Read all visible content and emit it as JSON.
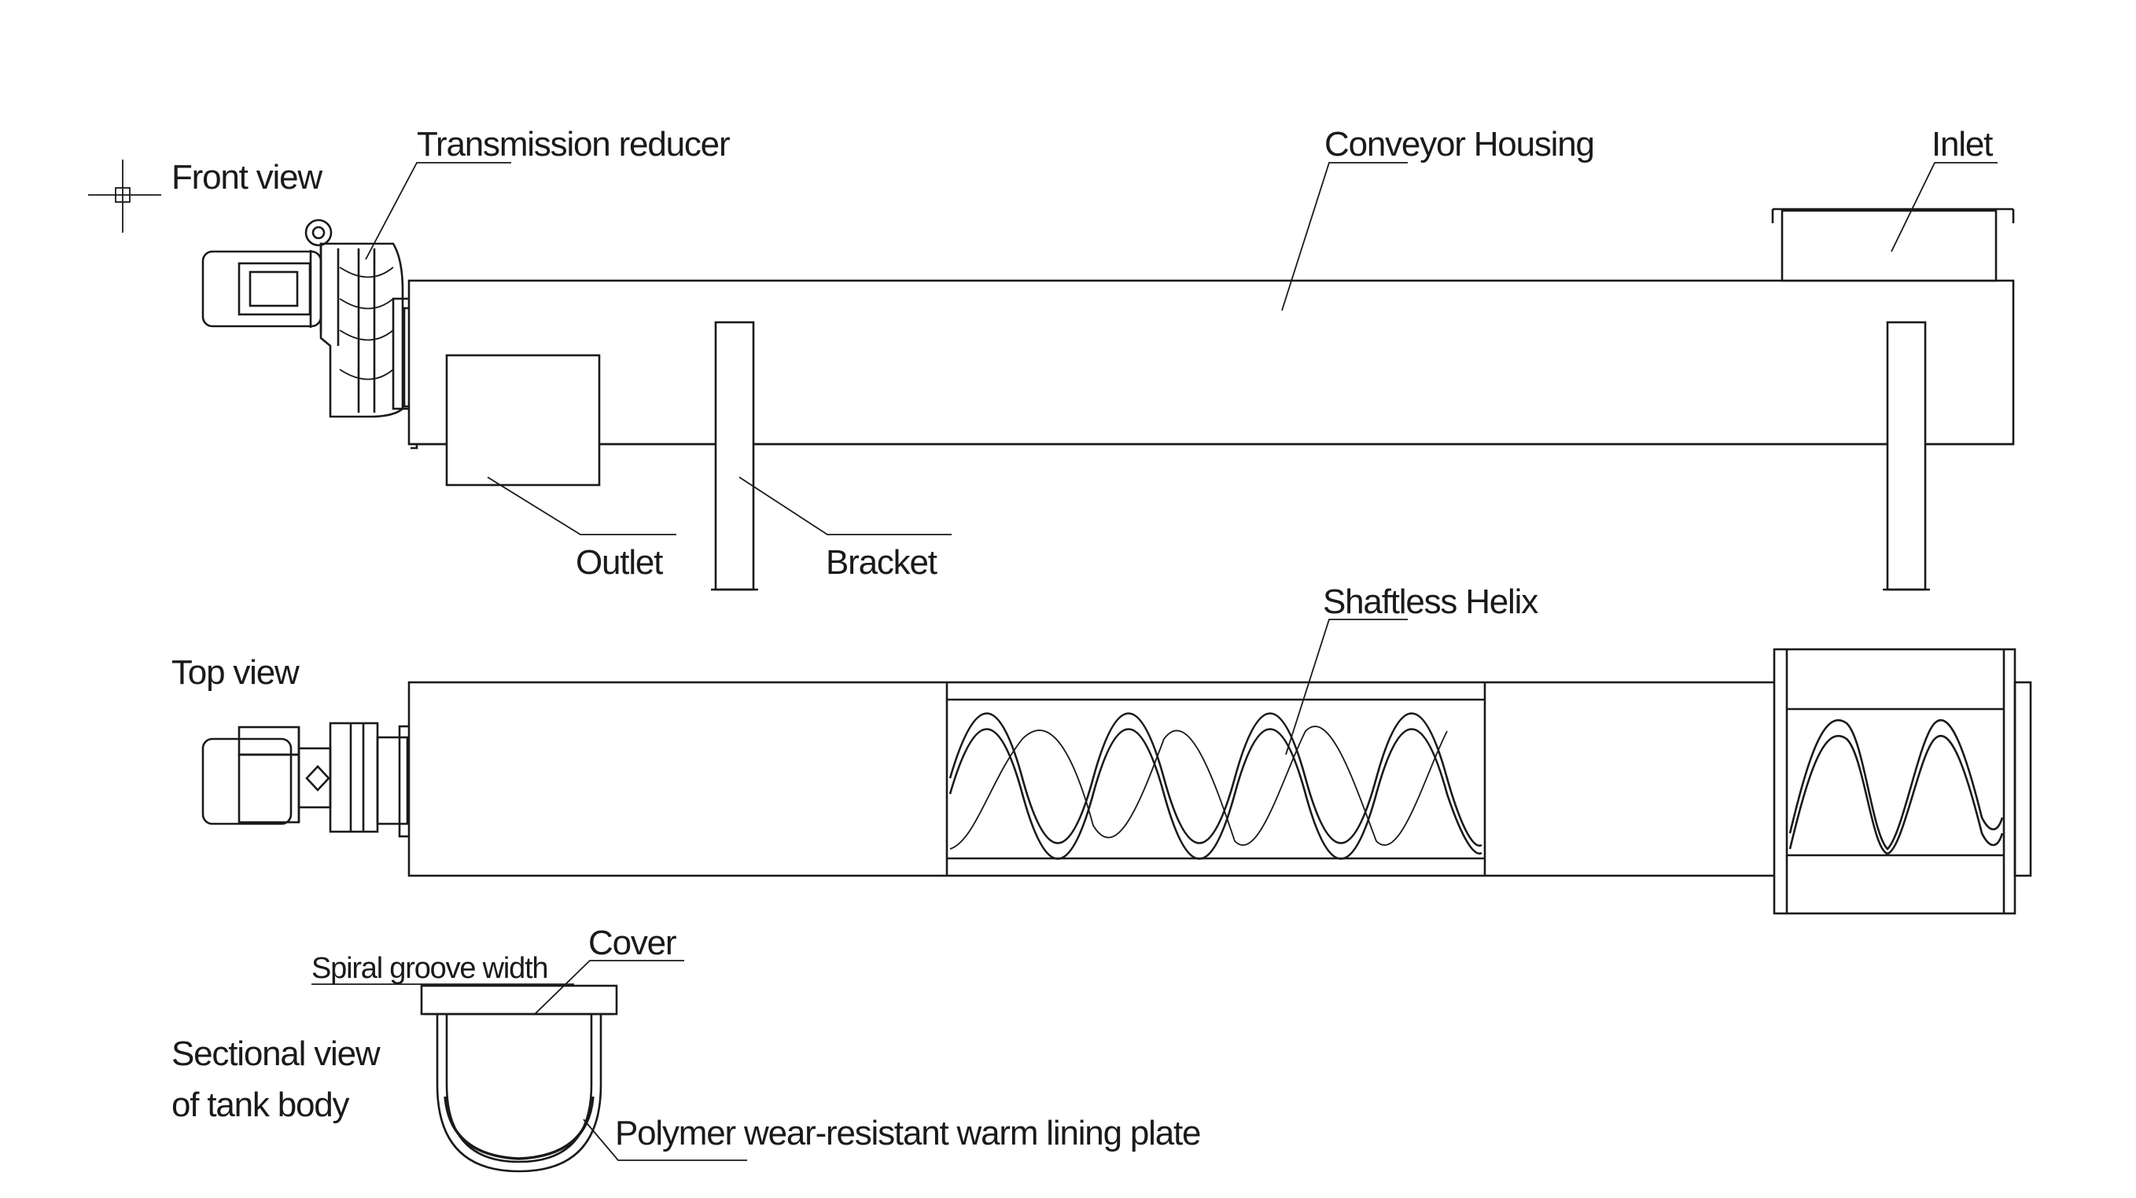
{
  "labels": {
    "front_view": "Front view",
    "top_view": "Top view",
    "sectional_line1": "Sectional view",
    "sectional_line2": "of tank body",
    "transmission_reducer": "Transmission reducer",
    "conveyor_housing": "Conveyor Housing",
    "inlet": "Inlet",
    "outlet": "Outlet",
    "bracket": "Bracket",
    "shaftless_helix": "Shaftless Helix",
    "spiral_groove_width": "Spiral groove width",
    "cover": "Cover",
    "lining_plate": "Polymer wear-resistant warm lining plate"
  },
  "colors": {
    "line": "#1a1a1a",
    "background": "#ffffff"
  }
}
